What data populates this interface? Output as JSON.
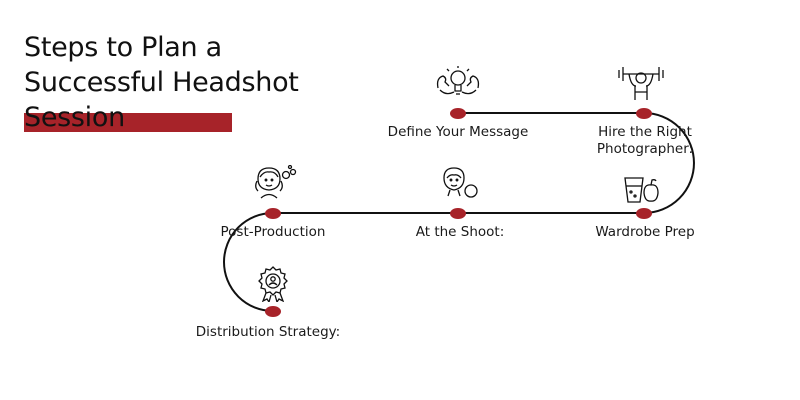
{
  "title": {
    "line1": " Steps to Plan a",
    "line2": "Successful Headshot",
    "line3": "Session"
  },
  "accent_color": "#a72329",
  "steps": [
    {
      "label": "Define Your Message",
      "icon": "lightbulb-flex-icon"
    },
    {
      "label_line1": "Hire the Right",
      "label_line2": "Photographer:",
      "icon": "weightlifter-icon"
    },
    {
      "label": "Wardrobe Prep",
      "icon": "glass-apple-icon"
    },
    {
      "label": "At the Shoot:",
      "icon": "thinking-person-icon"
    },
    {
      "label": "Post-Production",
      "icon": "woman-thought-icon"
    },
    {
      "label": "Distribution Strategy:",
      "icon": "award-badge-icon"
    }
  ]
}
